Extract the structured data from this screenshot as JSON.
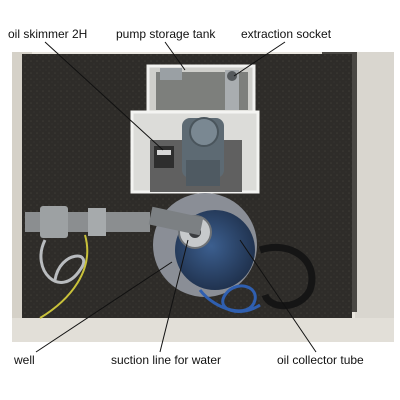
{
  "labels": {
    "oil_skimmer": "oil skimmer 2H",
    "pump_storage_tank": "pump storage tank",
    "extraction_socket": "extraction socket",
    "well": "well",
    "suction_line": "suction line for water",
    "oil_collector_tube": "oil collector tube"
  },
  "colors": {
    "concrete_wall": "#e6e3db",
    "pit_floor": "#2e2c29",
    "tank_frame": "#d9d9d6",
    "motor": "#5e6a72",
    "well_cover": "#8a8e96",
    "blue_hose": "#2f5fb0",
    "yellow_cable": "#c9c23a"
  }
}
